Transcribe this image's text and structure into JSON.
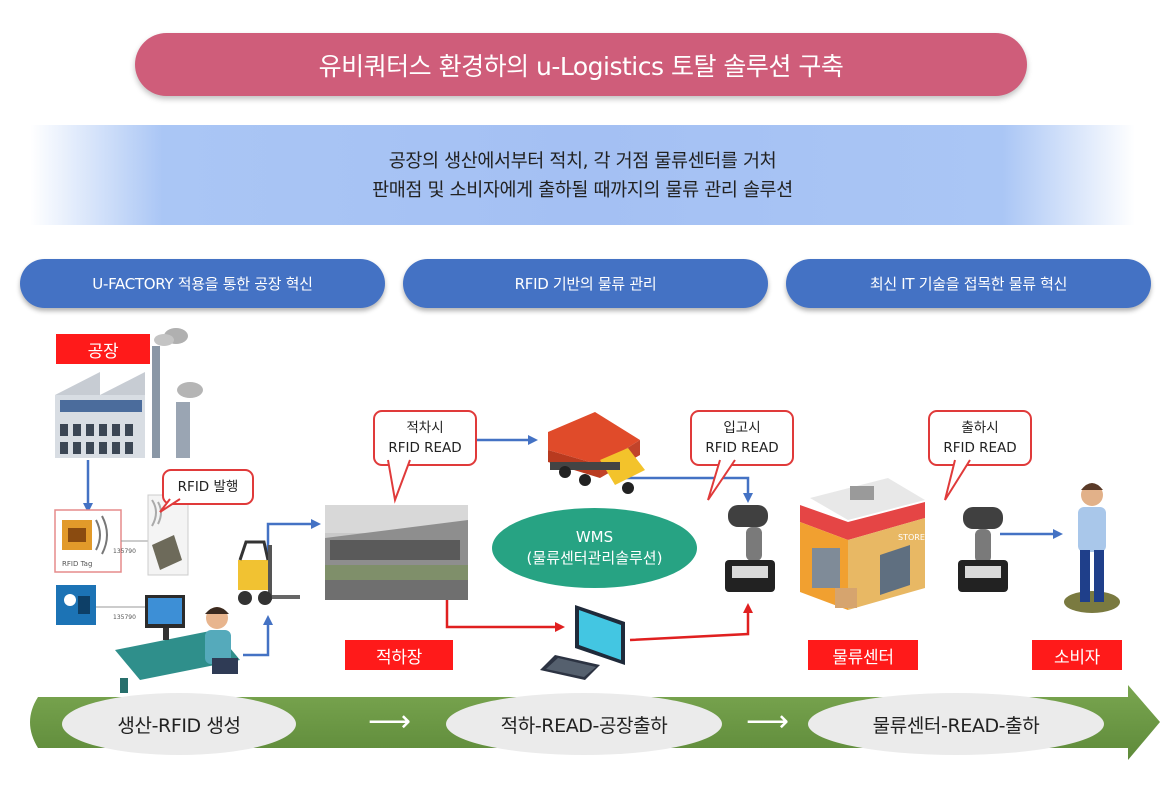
{
  "title": "유비쿼터스 환경하의 u-Logistics 토탈 솔루션 구축",
  "subtitle": {
    "line1": "공장의 생산에서부터 적치, 각 거점 물류센터를 거처",
    "line2": "판매점 및 소비자에게 출하될 때까지의  물류 관리 솔루션"
  },
  "phases": [
    {
      "label": "U-FACTORY 적용을 통한 공장 혁신"
    },
    {
      "label": "RFID 기반의 물류 관리"
    },
    {
      "label": "최신 IT 기술을 접목한 물류 혁신"
    }
  ],
  "locations": {
    "factory": "공장",
    "loading_dock": "적하장",
    "logistics_center": "물류센터",
    "consumer": "소비자"
  },
  "callouts": {
    "rfid_issue": "RFID 발행",
    "loading": {
      "line1": "적차시",
      "line2": "RFID READ"
    },
    "receiving": {
      "line1": "입고시",
      "line2": "RFID READ"
    },
    "shipping": {
      "line1": "출하시",
      "line2": "RFID READ"
    }
  },
  "wms": {
    "line1": "WMS",
    "line2": "(물류센터관리솔루션)"
  },
  "tag_labels": {
    "rfid_tag": "RFID Tag",
    "number1": "135790",
    "number2": "135790",
    "store_sign": "STORE"
  },
  "stages": [
    {
      "label": "생산-RFID 생성"
    },
    {
      "label": "적하-READ-공장출하"
    },
    {
      "label": "물류센터-READ-출하"
    }
  ],
  "stage_arrow": "⟶",
  "colors": {
    "title_pill": "#cf5d7a",
    "phase_pill": "#4472c4",
    "label_red": "#ff1a1a",
    "wms": "#27a383",
    "flow_green": "#6e9a46",
    "connector_blue": "#4472c4",
    "connector_red": "#e02020"
  },
  "icons": [
    "factory-icon",
    "rfid-tag-icon",
    "chip-icon",
    "rfid-card-icon",
    "forklift-icon",
    "worker-computer-icon",
    "warehouse-photo",
    "truck-icon",
    "computer-icon",
    "rfid-scanner-icon",
    "store-icon",
    "consumer-icon"
  ]
}
